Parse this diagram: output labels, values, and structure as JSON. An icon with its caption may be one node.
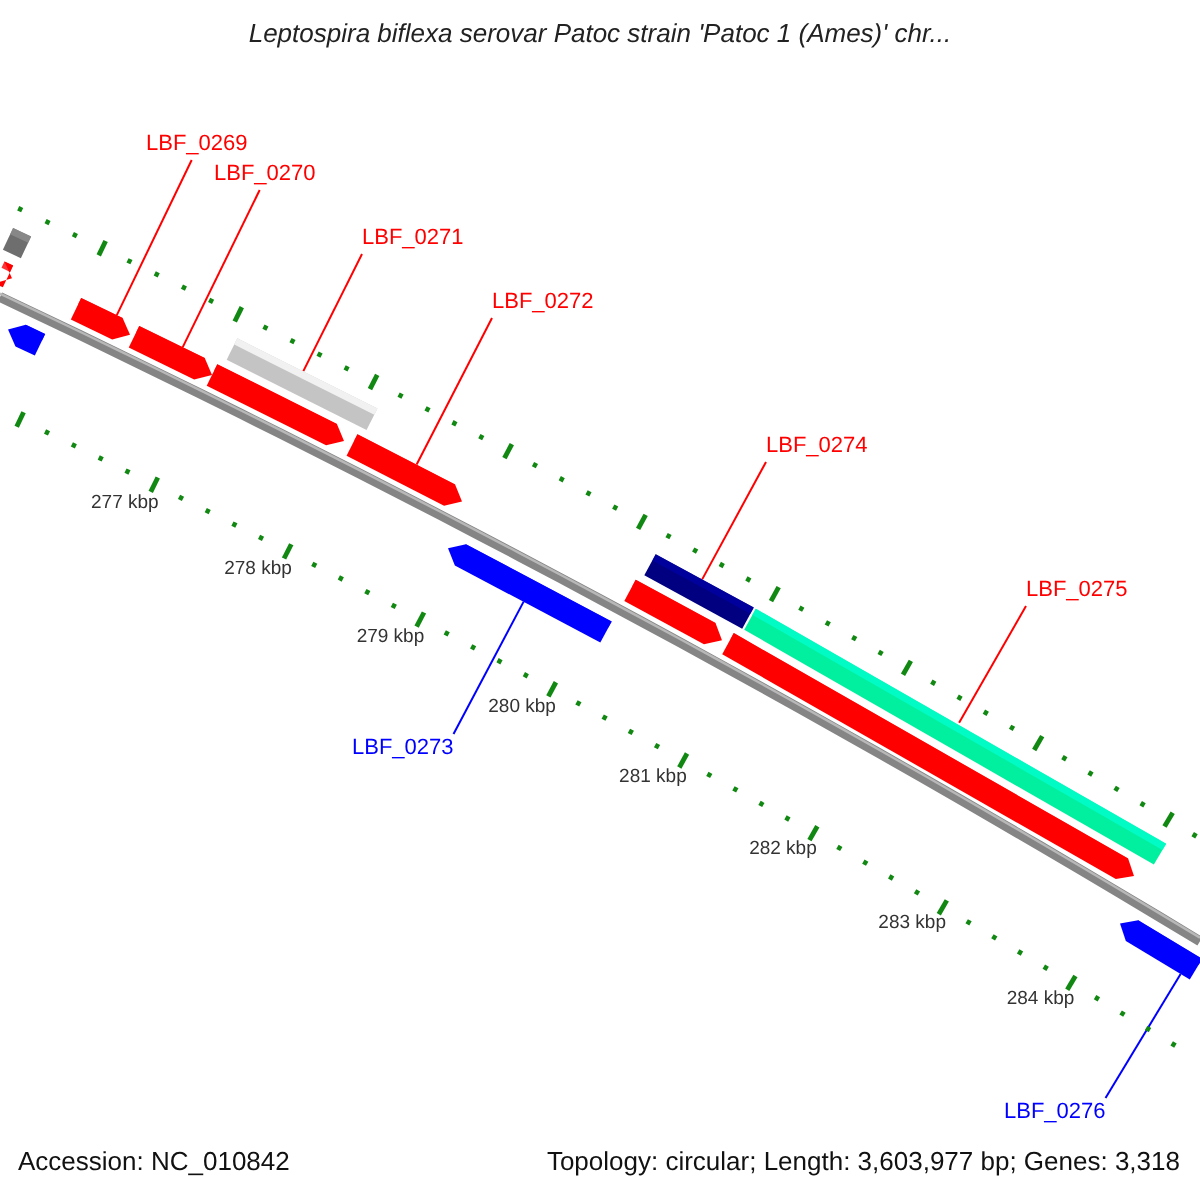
{
  "diagram": {
    "title": "Leptospira biflexa serovar Patoc strain 'Patoc 1 (Ames)' chr...",
    "nodes": [
      {
        "text": [
          "LBF_0269"
        ]
      },
      {
        "text": [
          "LBF_0270"
        ]
      },
      {
        "text": [
          "LBF_0271"
        ]
      },
      {
        "text": [
          "LBF_0272"
        ]
      },
      {
        "text": [
          "LBF_0274"
        ]
      },
      {
        "text": [
          "LBF_0275"
        ]
      },
      {
        "text": [
          "LBF_0273"
        ]
      },
      {
        "text": [
          "LBF_0276"
        ]
      },
      {
        "text": [],
        "shape": "bar"
      },
      {
        "text": [],
        "shape": "bar"
      },
      {
        "text": [],
        "shape": "bar"
      },
      {
        "text": [],
        "shape": "bar"
      },
      {
        "text": [],
        "shape": "bar"
      },
      {
        "text": [],
        "shape": "bar"
      },
      {
        "text": [],
        "shape": "bar"
      },
      {
        "text": [],
        "shape": "bar"
      },
      {
        "text": [],
        "shape": "bar"
      },
      {
        "text": [],
        "shape": "bar"
      },
      {
        "text": [],
        "shape": "bar"
      },
      {
        "text": [],
        "shape": "bar"
      },
      {
        "text": [],
        "shape": "bar"
      },
      {
        "text": [],
        "shape": "bar"
      }
    ],
    "edges": [
      {
        "from": 0,
        "to": 11,
        "arrow": "none"
      },
      {
        "from": 1,
        "to": 12,
        "arrow": "none"
      },
      {
        "from": 2,
        "to": 14,
        "arrow": "none"
      },
      {
        "from": 3,
        "to": 15,
        "arrow": "none"
      },
      {
        "from": 4,
        "to": 18,
        "arrow": "none"
      },
      {
        "from": 5,
        "to": 20,
        "arrow": "none"
      },
      {
        "from": 6,
        "to": 16,
        "arrow": "none",
        "color": "#0000ff"
      },
      {
        "from": 7,
        "to": 21,
        "arrow": "none",
        "color": "#0000ff"
      }
    ],
    "labels": [
      "277 kbp",
      "278 kbp",
      "279 kbp",
      "280 kbp",
      "281 kbp",
      "282 kbp",
      "283 kbp",
      "284 kbp",
      "Accession: NC_010842",
      "Topology: circular; Length: 3,603,977 bp; Genes: 3,318"
    ]
  }
}
